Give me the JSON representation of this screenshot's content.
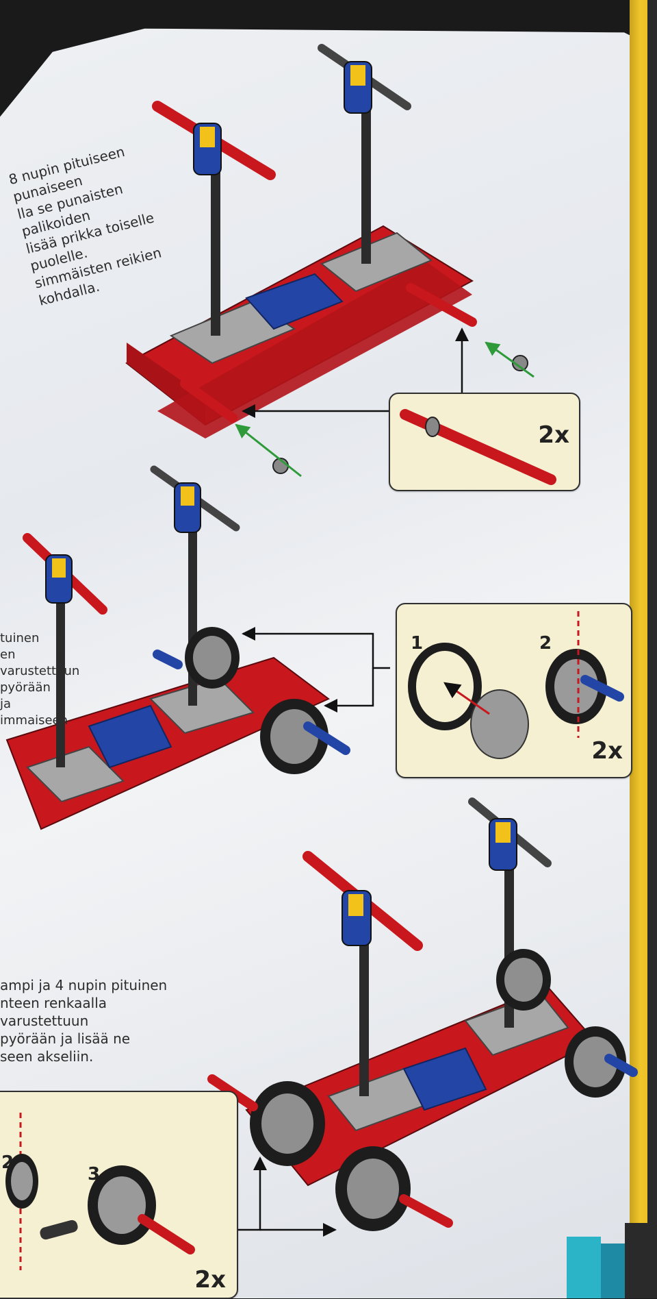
{
  "steps": [
    {
      "id": "step-a",
      "text": "8 nupin pituiseen punaiseen\nlla se punaisten palikoiden\nlisää prikka toiselle puolelle.\nsimmäisten reikien kohdalla.",
      "callout": {
        "count_label": "2x"
      }
    },
    {
      "id": "step-b",
      "text": "tuinen\nen\nvarustettuun\npyörään ja\nimmaiseen",
      "callout": {
        "sub_step_1": "1",
        "sub_step_2": "2",
        "count_label": "2x"
      }
    },
    {
      "id": "step-c",
      "text": "ampi ja 4 nupin pituinen\nnteen renkaalla varustettuun\npyörään ja lisää ne\nseen akseliin.",
      "callout": {
        "sub_step_2": "2",
        "sub_step_3": "3",
        "count_label": "2x"
      }
    }
  ],
  "colors": {
    "brick_red": "#c8171d",
    "plate_gray": "#9a9a9a",
    "brick_blue": "#2345a6",
    "connector_yellow": "#f2c21b",
    "callout_bg": "#f5f0d2",
    "arrow_green": "#2f9a3a"
  }
}
